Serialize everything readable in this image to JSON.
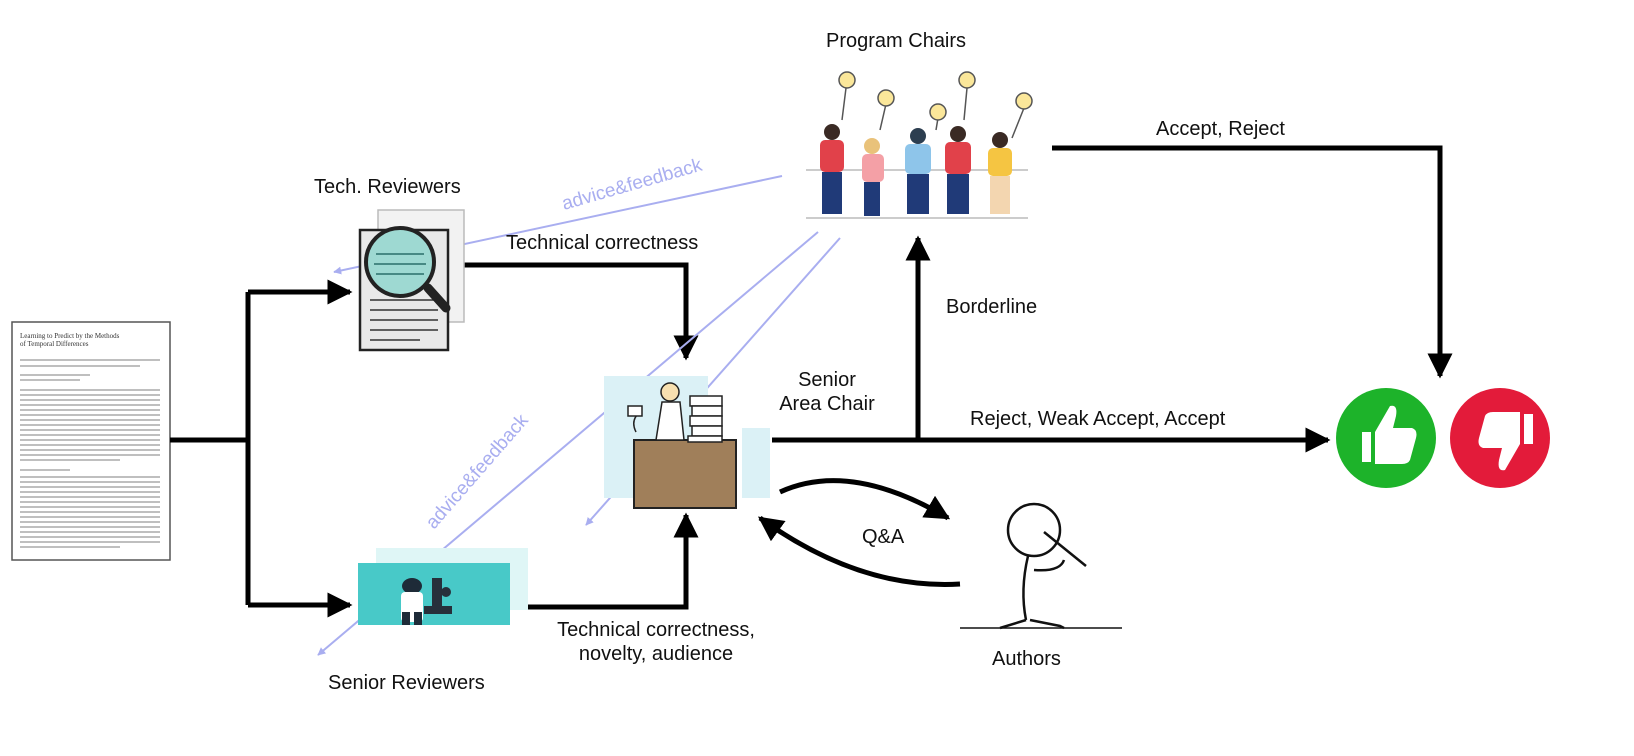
{
  "roles": {
    "program_chairs": "Program Chairs",
    "tech_reviewers": "Tech. Reviewers",
    "senior_reviewers": "Senior Reviewers",
    "senior_area_chair_line1": "Senior",
    "senior_area_chair_line2": "Area Chair",
    "authors": "Authors"
  },
  "edges": {
    "accept_reject": "Accept, Reject",
    "technical_correctness": "Technical correctness",
    "borderline": "Borderline",
    "reject_weak_accept_accept": "Reject, Weak Accept, Accept",
    "qa": "Q&A",
    "senior_line1": "Technical correctness,",
    "senior_line2": "novelty, audience",
    "advice_top": "advice&feedback",
    "advice_bottom": "advice&feedback"
  },
  "paper": {
    "title_line1": "Learning to Predict by the Methods",
    "title_line2": "of Temporal Differences"
  },
  "colors": {
    "advice": "#a9aef0",
    "accept_green": "#1db32a",
    "reject_red": "#e31b3a"
  }
}
